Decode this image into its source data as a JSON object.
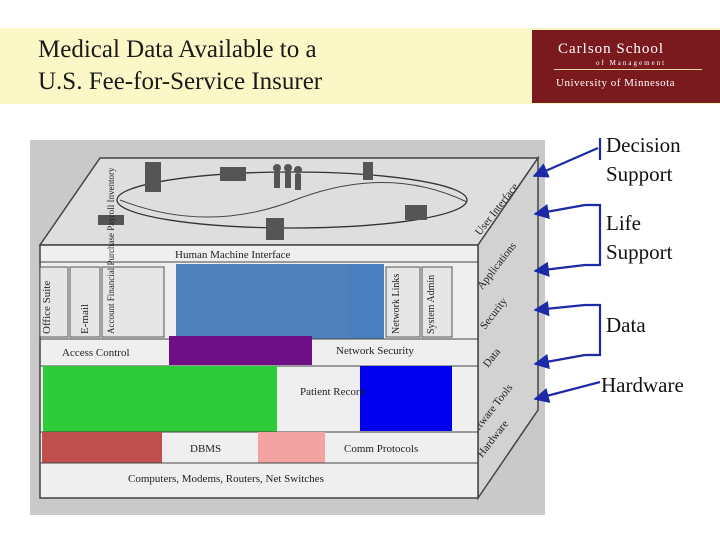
{
  "slide": {
    "title_line1": "Medical Data Available to a",
    "title_line2": "U.S. Fee-for-Service Insurer"
  },
  "logo": {
    "line1": "Carlson School",
    "line2": "of Management",
    "line3": "University of Minnesota"
  },
  "layers": [
    {
      "label": "Decision Support"
    },
    {
      "label": "Life Support"
    },
    {
      "label": "Data"
    },
    {
      "label": "Hardware"
    }
  ],
  "diagram": {
    "human_machine_interface": "Human Machine Interface",
    "modules": [
      "Office Suite",
      "E-mail",
      "Account Financial Purchase Payroll Inventory",
      "Network Links",
      "System Admin"
    ],
    "access_control": "Access Control",
    "network_security": "Network Security",
    "patient_record": "Patient Record",
    "dbms": "DBMS",
    "comm_protocols": "Comm Protocols",
    "hardware_base": "Computers, Modems, Routers, Net Switches",
    "side_face": [
      "User Interface",
      "Applications",
      "Security",
      "Data",
      "Software Tools",
      "Hardware"
    ],
    "colors": {
      "blue": "#4f81bd",
      "steel_blue": "#4a7fbf",
      "purple": "#6f0f86",
      "green": "#2ecc3a",
      "bright_blue": "#0000ee",
      "red": "#c0504d",
      "pink": "#f4a3a3",
      "arrow": "#1c2aa8"
    }
  }
}
